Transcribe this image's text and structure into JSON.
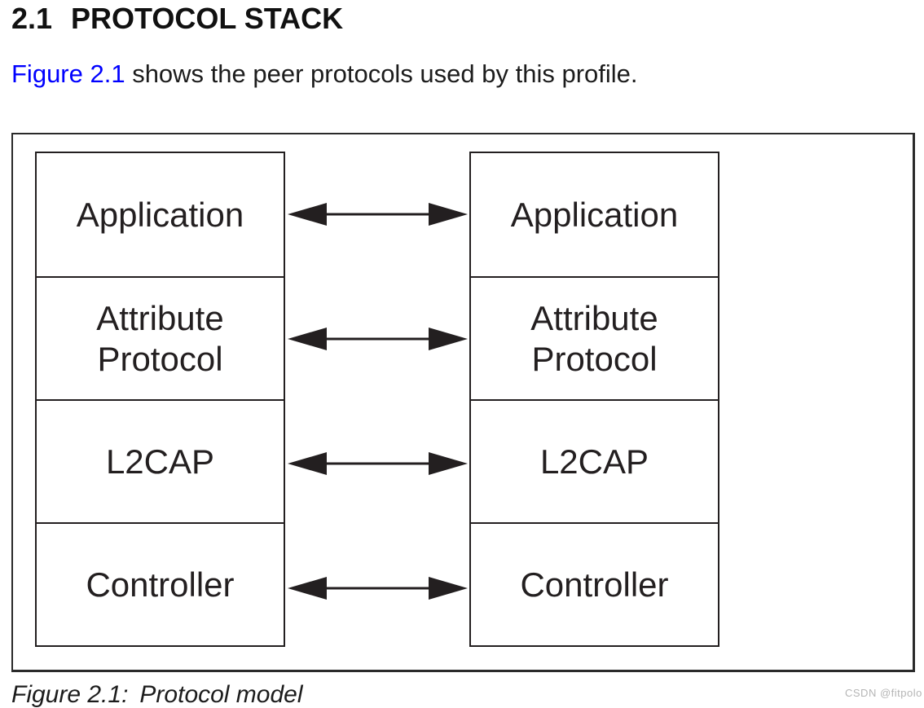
{
  "document": {
    "section_number": "2.1",
    "section_title": "PROTOCOL STACK",
    "intro": {
      "link_text": "Figure 2.1",
      "text_after_link": " shows the peer protocols used by this profile."
    },
    "caption": {
      "label": "Figure 2.1:",
      "title": "Protocol model"
    },
    "watermark": "CSDN @fitpolo"
  },
  "diagram": {
    "type": "protocol-stack-peer-model",
    "left_stack": {
      "layers": [
        "Application",
        "Attribute\nProtocol",
        "L2CAP",
        "Controller"
      ]
    },
    "right_stack": {
      "layers": [
        "Application",
        "Attribute\nProtocol",
        "L2CAP",
        "Controller"
      ]
    },
    "connections": [
      {
        "from": "Application",
        "to": "Application",
        "style": "double-headed-arrow"
      },
      {
        "from": "Attribute Protocol",
        "to": "Attribute Protocol",
        "style": "double-headed-arrow"
      },
      {
        "from": "L2CAP",
        "to": "L2CAP",
        "style": "double-headed-arrow"
      },
      {
        "from": "Controller",
        "to": "Controller",
        "style": "double-headed-arrow"
      }
    ],
    "colors": {
      "line": "#231f20",
      "link": "#0000ff",
      "text": "#1a1a1a",
      "watermark": "#b5b5b5"
    }
  }
}
